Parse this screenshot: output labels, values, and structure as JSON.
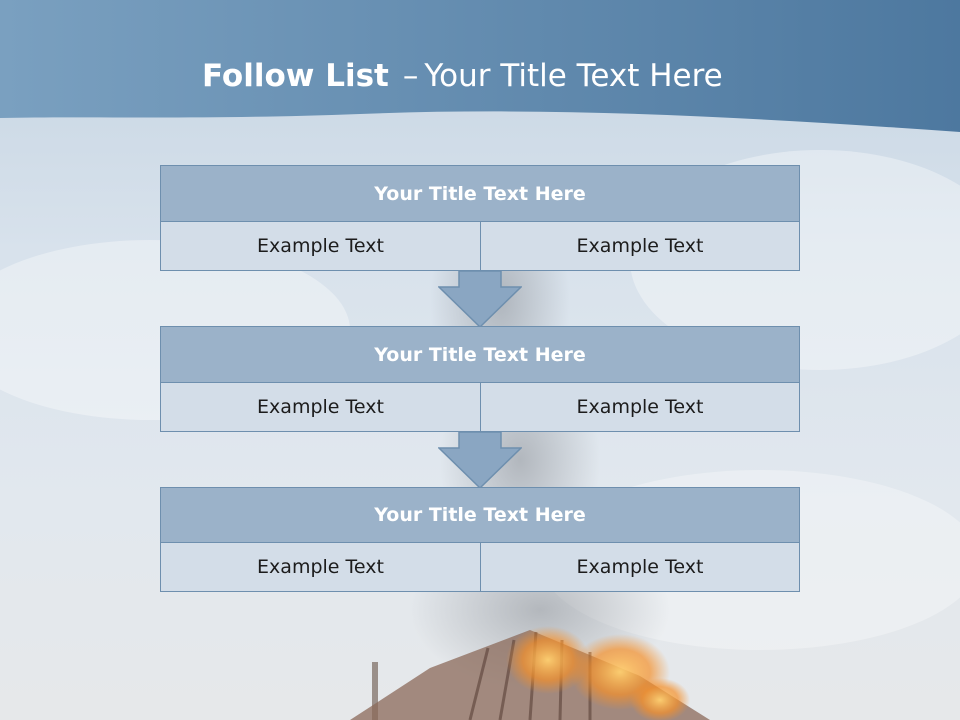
{
  "slide": {
    "title_bold": "Follow List",
    "title_sep": "–",
    "title_rest": "Your Title Text Here"
  },
  "colors": {
    "header_band": "#4f7aa1",
    "block_title_fill": "#9bb2c9",
    "cell_fill": "#d3dde8",
    "border": "#6e8fae",
    "arrow_fill": "#8aa6c2"
  },
  "blocks": [
    {
      "title": "Your Title Text Here",
      "left": "Example Text",
      "right": "Example Text"
    },
    {
      "title": "Your Title Text Here",
      "left": "Example Text",
      "right": "Example Text"
    },
    {
      "title": "Your Title Text Here",
      "left": "Example Text",
      "right": "Example Text"
    }
  ],
  "connectors": [
    "down-arrow-icon",
    "down-arrow-icon"
  ]
}
